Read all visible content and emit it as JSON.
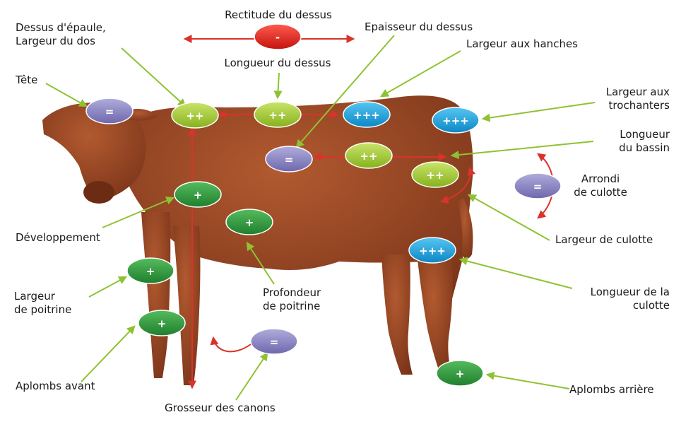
{
  "title": "Rectitude du dessus",
  "rectitude_badge": "-",
  "colors": {
    "purple": "#8d86c4",
    "yellow_green": "#a9d139",
    "green": "#2f9c3f",
    "blue": "#1ba7e2",
    "red": "#e62420",
    "arrow_red": "#d9332b",
    "leader_green": "#8fc233",
    "cow_body": "#9b4a28"
  },
  "labels": {
    "dessus_epaule_1": "Dessus d'épaule,",
    "dessus_epaule_2": "Largeur du dos",
    "epaisseur": "Epaisseur du dessus",
    "largeur_hanches": "Largeur aux hanches",
    "longueur_dessus": "Longueur du dessus",
    "tete": "Tête",
    "largeur_trochanters_1": "Largeur aux",
    "largeur_trochanters_2": "trochanters",
    "longueur_bassin_1": "Longueur",
    "longueur_bassin_2": "du bassin",
    "arrondi_1": "Arrondi",
    "arrondi_2": "de culotte",
    "developpement": "Développement",
    "largeur_culotte": "Largeur de culotte",
    "largeur_poitrine_1": "Largeur",
    "largeur_poitrine_2": "de poitrine",
    "profondeur_1": "Profondeur",
    "profondeur_2": "de poitrine",
    "longueur_culotte_1": "Longueur de la",
    "longueur_culotte_2": "culotte",
    "aplombs_avant": "Aplombs avant",
    "aplombs_arriere": "Aplombs arrière",
    "grosseur_canons": "Grosseur des canons"
  },
  "badges": {
    "tete": "=",
    "dessus_epaule": "++",
    "longueur_dessus": "++",
    "largeur_hanches": "+++",
    "largeur_trochanters": "+++",
    "epaisseur": "=",
    "longueur_bassin": "++",
    "largeur_culotte": "++",
    "arrondi": "=",
    "developpement": "+",
    "profondeur": "+",
    "longueur_culotte": "+++",
    "largeur_poitrine": "+",
    "aplombs_avant": "+",
    "grosseur_canons": "=",
    "aplombs_arriere": "+"
  }
}
